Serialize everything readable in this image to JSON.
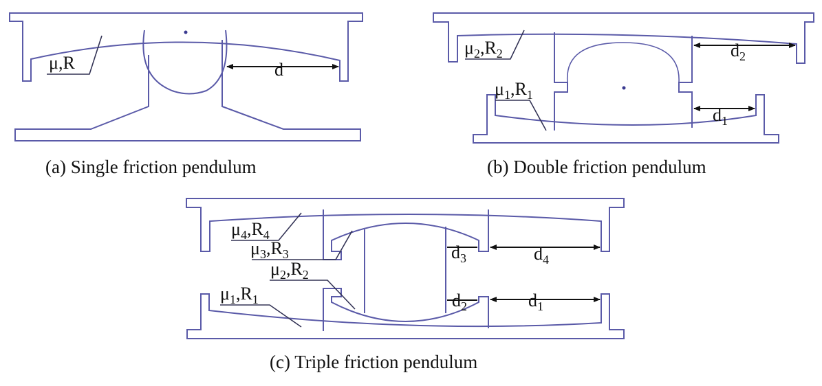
{
  "figures": [
    {
      "caption": "(a) Single friction pendulum",
      "labels": {
        "mu_r": {
          "base": "μ,R"
        },
        "d": {
          "base": "d"
        }
      }
    },
    {
      "caption": "(b) Double friction pendulum",
      "labels": {
        "mu2_r2": {
          "mu": "μ",
          "mu_sub": "2",
          "sep": ",R",
          "r_sub": "2"
        },
        "mu1_r1": {
          "mu": "μ",
          "mu_sub": "1",
          "sep": ",R",
          "r_sub": "1"
        },
        "d2": {
          "base": "d",
          "sub": "2"
        },
        "d1": {
          "base": "d",
          "sub": "1"
        }
      }
    },
    {
      "caption": "(c) Triple friction pendulum",
      "labels": {
        "mu4_r4": {
          "mu": "μ",
          "mu_sub": "4",
          "sep": ",R",
          "r_sub": "4"
        },
        "mu3_r3": {
          "mu": "μ",
          "mu_sub": "3",
          "sep": ",R",
          "r_sub": "3"
        },
        "mu2_r2": {
          "mu": "μ",
          "mu_sub": "2",
          "sep": ",R",
          "r_sub": "2"
        },
        "mu1_r1": {
          "mu": "μ",
          "mu_sub": "1",
          "sep": ",R",
          "r_sub": "1"
        },
        "d3": {
          "base": "d",
          "sub": "3"
        },
        "d4": {
          "base": "d",
          "sub": "4"
        },
        "d2": {
          "base": "d",
          "sub": "2"
        },
        "d1": {
          "base": "d",
          "sub": "1"
        }
      }
    }
  ],
  "colors": {
    "outline": "#5a5aa8",
    "dimension": "#111111",
    "text": "#111111"
  }
}
